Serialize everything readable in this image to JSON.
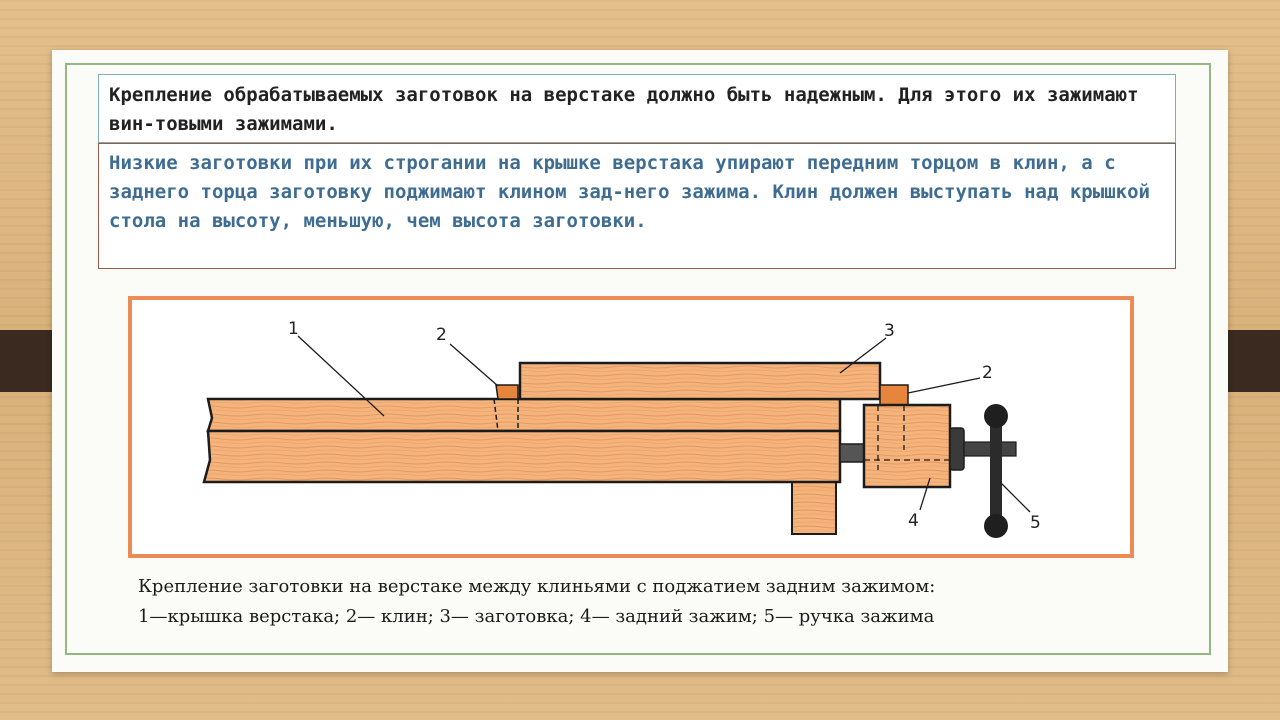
{
  "intro_text": "Крепление обрабатываемых заготовок на верстаке должно быть надежным. Для этого их зажимают вин-товыми зажимами.",
  "detail_text": "Низкие заготовки при их строгании на крышке верстака упирают передним торцом в клин, а с заднего торца заготовку поджимают клином зад-него зажима. Клин должен выступать над крышкой стола на высоту, меньшую, чем высота заготовки.",
  "figure": {
    "labels": {
      "label_1": "1",
      "label_2a": "2",
      "label_3": "3",
      "label_2b": "2",
      "label_4": "4",
      "label_5": "5"
    }
  },
  "caption": {
    "line1": "Крепление заготовки на верстаке между клиньями с поджатием задним зажимом:",
    "line2": "1—крышка верстака; 2— клин; 3— заготовка; 4— задний зажим; 5— ручка зажима"
  },
  "colors": {
    "wood": "#f4b47c",
    "wood_grain": "#e59a62",
    "wedge": "#e8853d",
    "outline": "#1c1c1c",
    "figure_frame": "#ec8b55"
  }
}
